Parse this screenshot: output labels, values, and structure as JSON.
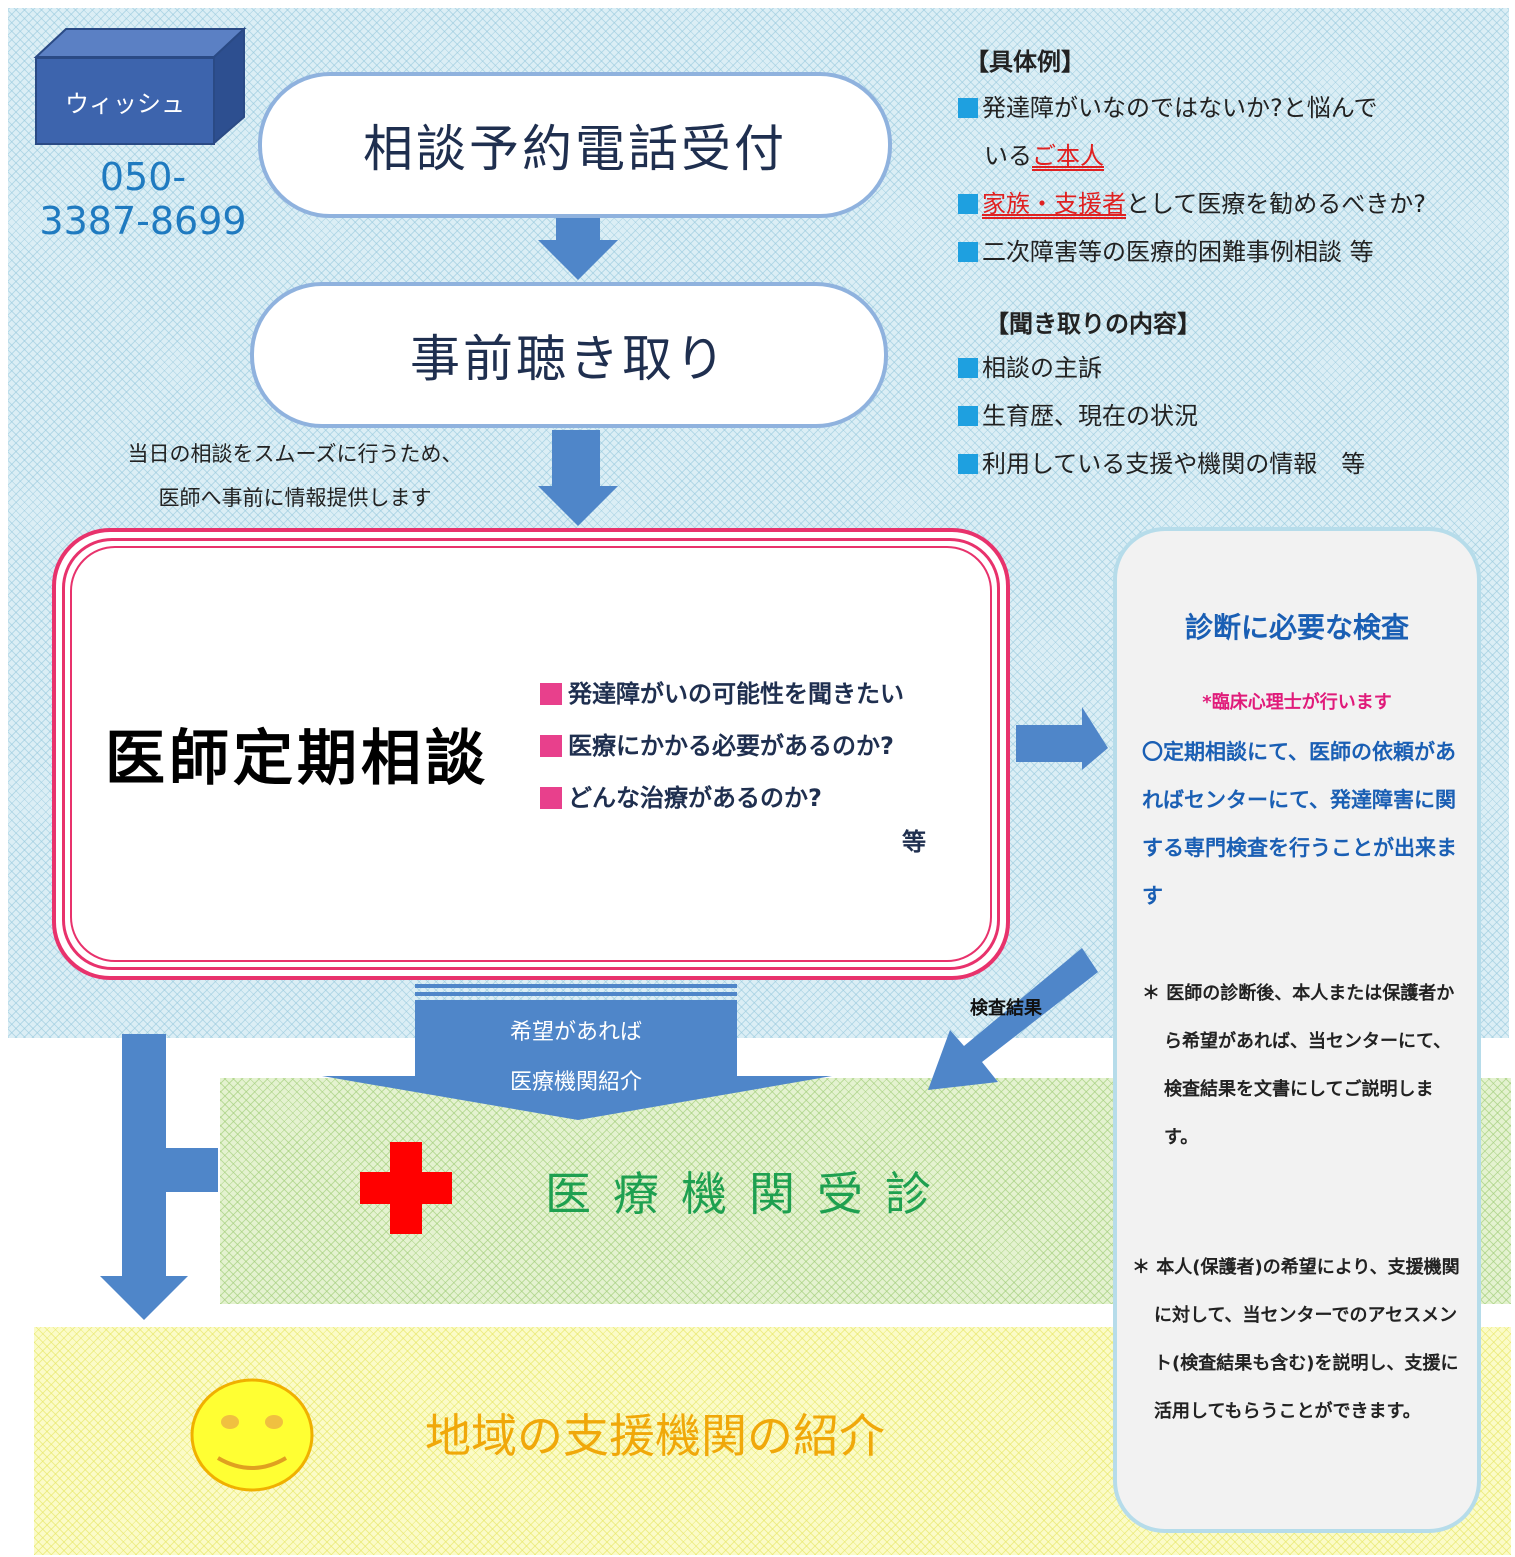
{
  "colors": {
    "accent_blue": "#3d64ad",
    "pink": "#e8326c",
    "green": "#1ea050",
    "orange": "#f0a80a",
    "red": "#ff0000"
  },
  "org": {
    "name": "ウィッシュ",
    "phone": "050-\n3387-8699"
  },
  "steps": {
    "step1": "相談予約電話受付",
    "step2": "事前聴き取り"
  },
  "pre_hearing_caption": {
    "line1": "当日の相談をスムーズに行うため、",
    "line2": "医師へ事前に情報提供します"
  },
  "examples": {
    "heading": "【具体例】",
    "item1_a": "発達障がいなのではないか?と悩んで",
    "item1_b_pre": "いる",
    "item1_b_red": "ご本人",
    "item2_red": "家族・支援者",
    "item2_rest": "として医療を勧めるべきか?",
    "item3": "二次障害等の医療的困難事例相談 等"
  },
  "hearing": {
    "heading": "【聞き取りの内容】",
    "items": [
      "相談の主訴",
      "生育歴、現在の状況",
      "利用している支援や機関の情報　等"
    ]
  },
  "consultation": {
    "title": "医師定期相談",
    "items": [
      "発達障がいの可能性を聞きたい",
      "医療にかかる必要があるのか?",
      "どんな治療があるのか?"
    ],
    "etc": "等"
  },
  "test_panel": {
    "title": "診断に必要な検査",
    "note": "*臨床心理士が行います",
    "para": "〇定期相談にて、医師の依頼があればセンターにて、発達障害に関する専門検査を行うことが出来ます",
    "star1": "＊ 医師の診断後、本人または保護者から希望があれば、当センターにて、検査結果を文書にしてご説明します。",
    "star2": "＊ 本人(保護者)の希望により、支援機関に対して、当センターでのアセスメント(検査結果も含む)を説明し、支援に活用してもらうことができます。"
  },
  "result_label": "検査結果",
  "referral": {
    "line1": "希望があれば",
    "line2": "医療機関紹介"
  },
  "hospital": "医療機関受診",
  "region_support": "地域の支援機関の紹介",
  "icons": [
    "red-cross-icon",
    "smiley-icon"
  ]
}
